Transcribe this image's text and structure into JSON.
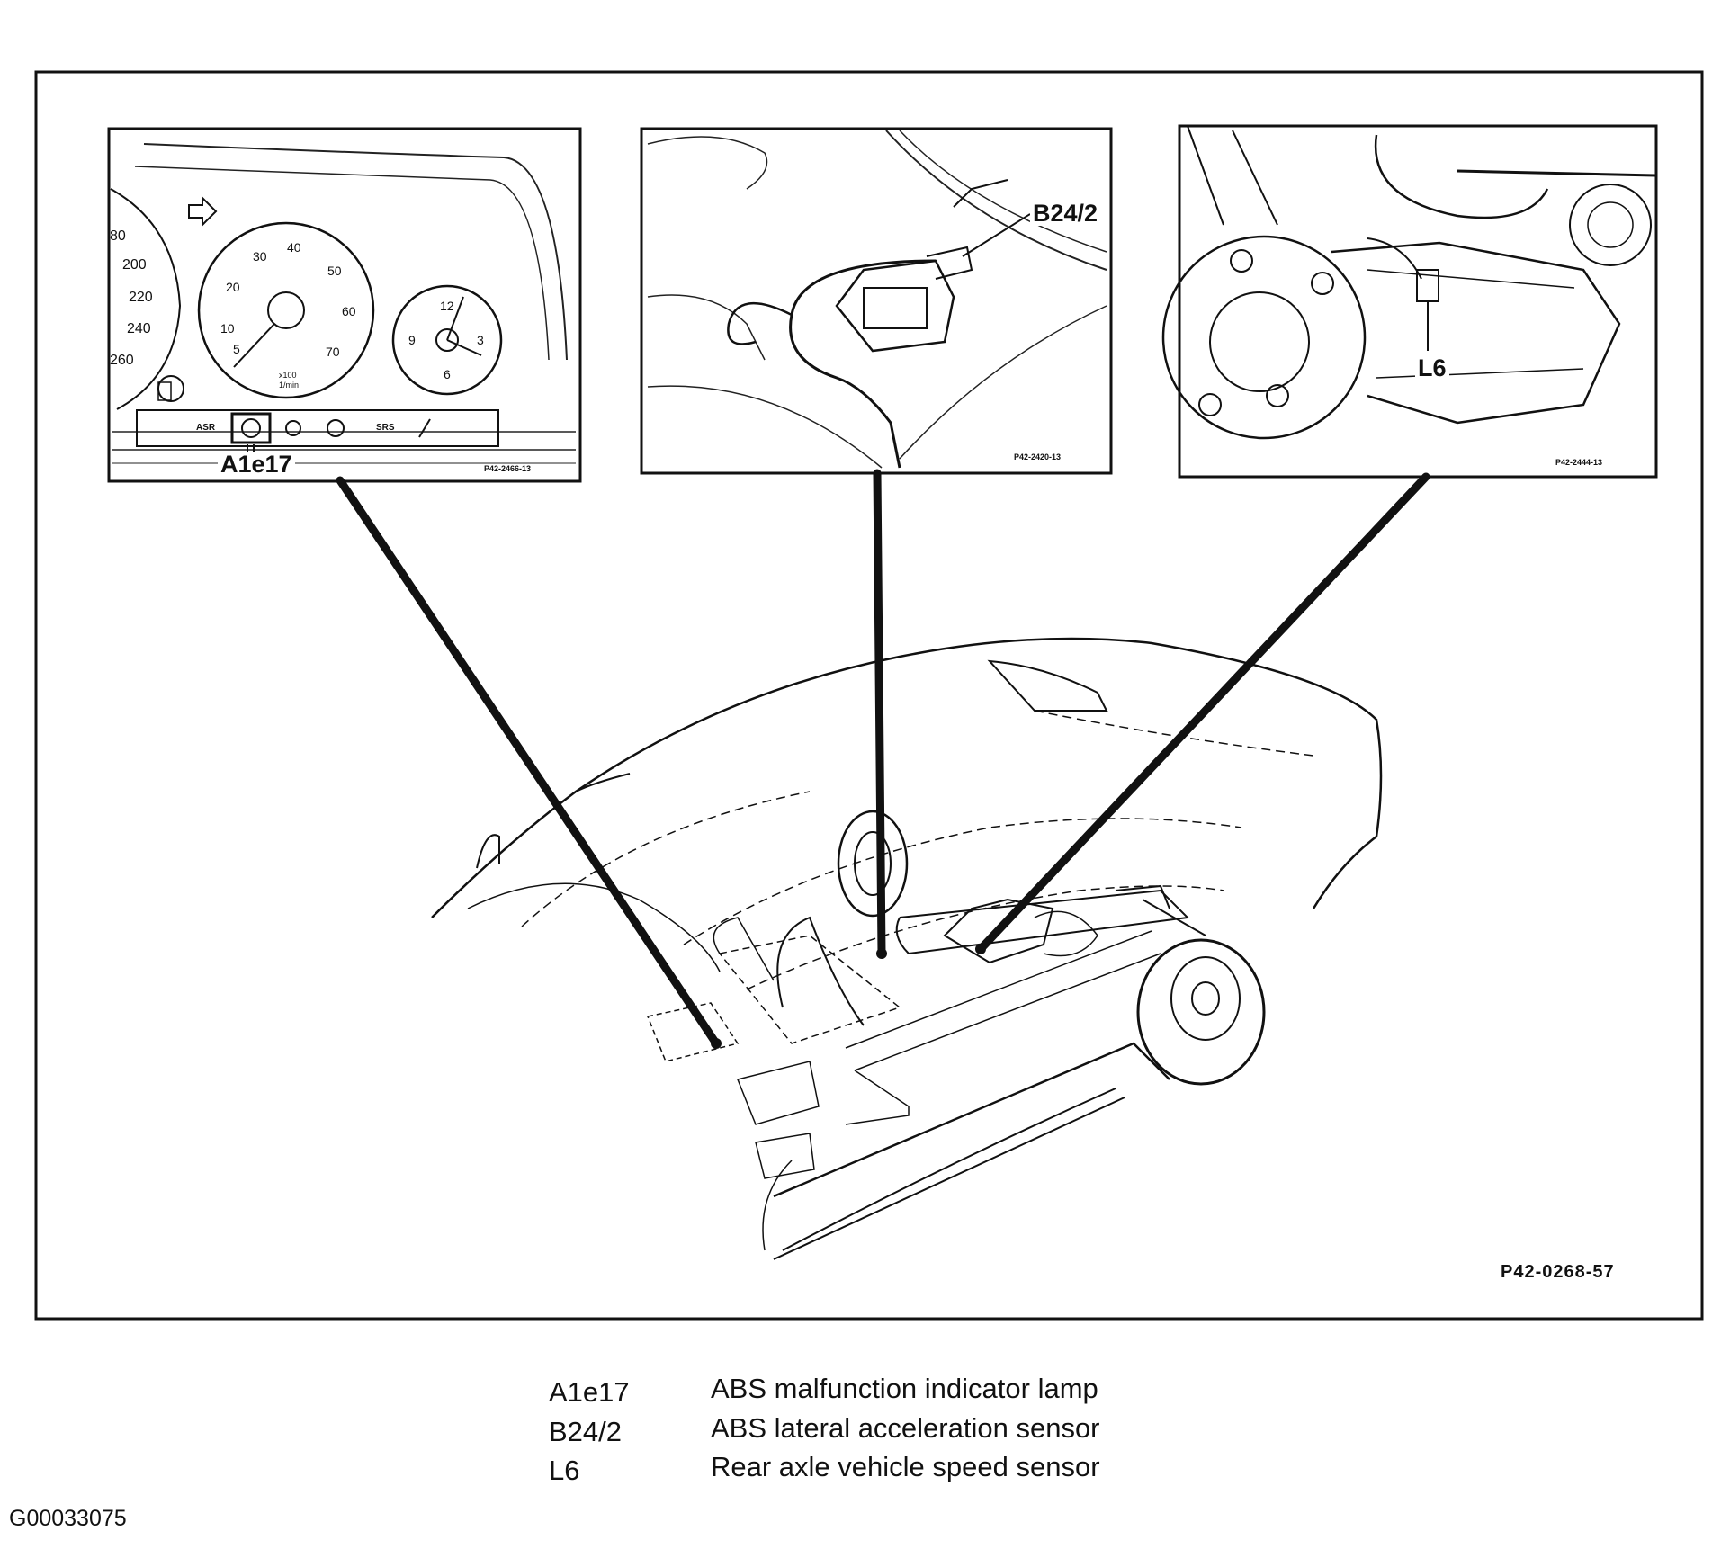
{
  "figure_code": "P42-0268-57",
  "document_id": "G00033075",
  "callouts": {
    "a1e17": "A1e17",
    "b24_2": "B24/2",
    "l6": "L6"
  },
  "plate_codes": {
    "left": "P42-2466-13",
    "middle": "P42-2420-13",
    "right": "P42-2444-13"
  },
  "gauge": {
    "speedo_ticks": [
      "80",
      "200",
      "220",
      "240",
      "260"
    ],
    "tacho_ticks": [
      "5",
      "10",
      "20",
      "30",
      "40",
      "50",
      "60",
      "70"
    ],
    "tacho_unit": "x100",
    "tacho_unit2": "1/min",
    "clock_ticks": [
      "12",
      "3",
      "6",
      "9"
    ],
    "warning_lights": [
      "ASR",
      "SRS"
    ]
  },
  "legend": [
    {
      "code": "A1e17",
      "description": "ABS malfunction indicator lamp"
    },
    {
      "code": "B24/2",
      "description": "ABS lateral acceleration sensor"
    },
    {
      "code": "L6",
      "description": "Rear axle vehicle speed sensor"
    }
  ]
}
